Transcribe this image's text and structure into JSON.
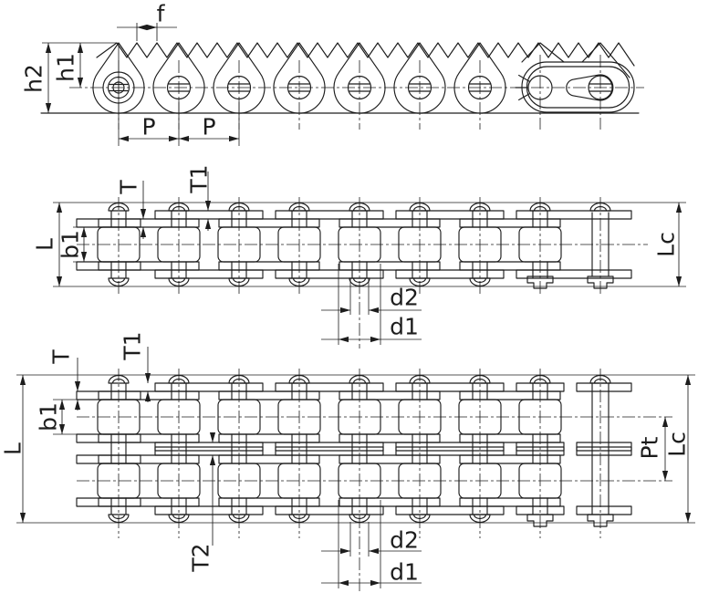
{
  "colors": {
    "line": "#1d1d1d",
    "background": "#ffffff"
  },
  "labels": {
    "f": "f",
    "h1": "h1",
    "h2": "h2",
    "p_left": "P",
    "p_right": "P",
    "sx_T": "T",
    "sx_T1": "T1",
    "sx_L": "L",
    "sx_b1": "b1",
    "sx_d2": "d2",
    "sx_d1": "d1",
    "sx_Lc": "Lc",
    "dx_T": "T",
    "dx_T1": "T1",
    "dx_T2": "T2",
    "dx_L": "L",
    "dx_b1": "b1",
    "dx_d2": "d2",
    "dx_d1": "d1",
    "dx_Pt": "Pt",
    "dx_Lc": "Lc"
  }
}
